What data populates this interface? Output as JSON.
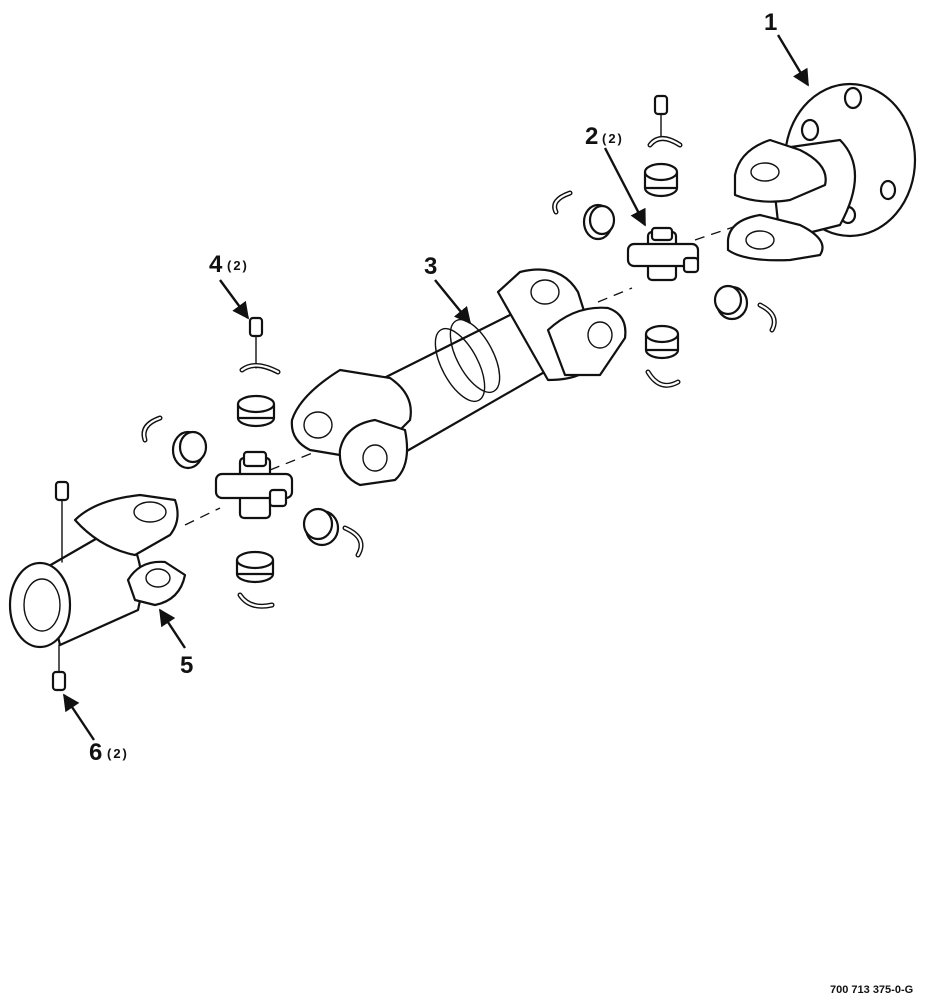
{
  "callouts": [
    {
      "number": "1",
      "qty": ""
    },
    {
      "number": "2",
      "qty": "(2)"
    },
    {
      "number": "3",
      "qty": ""
    },
    {
      "number": "4",
      "qty": "(2)"
    },
    {
      "number": "5",
      "qty": ""
    },
    {
      "number": "6",
      "qty": "(2)"
    }
  ],
  "figure_ref": "700 713 375-0-G"
}
